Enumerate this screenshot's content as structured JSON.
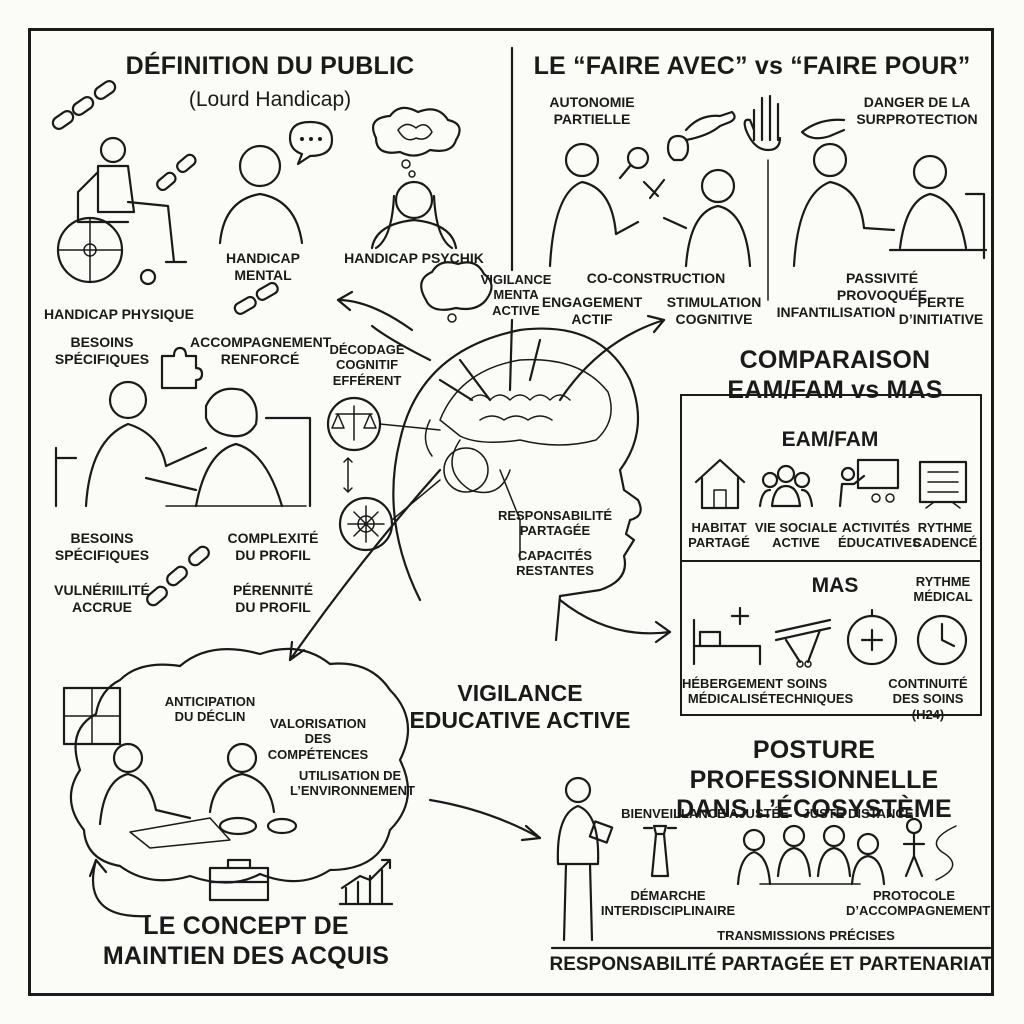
{
  "public": {
    "title": "DÉFINITION DU PUBLIC",
    "subtitle": "(Lourd Handicap)",
    "handicap_physique": "HANDICAP PHYSIQUE",
    "handicap_mental": "HANDICAP MENTAL",
    "handicap_psychik": "HANDICAP PSYCHIK",
    "besoins_1": "BESOINS\nSPÉCIFIQUES",
    "accompagnement": "ACCOMPAGNEMENT\nRENFORCÉ",
    "besoins_2": "BESOINS\nSPÉCIFIQUES",
    "complexite": "COMPLEXITÉ\nDU PROFIL",
    "vulnerabilite": "VULNÉRIILITÉ\nACCRUE",
    "perennite": "PÉRENNITÉ\nDU PROFIL"
  },
  "faire": {
    "title": "LE “FAIRE AVEC” vs “FAIRE POUR”",
    "autonomie": "AUTONOMIE\nPARTIELLE",
    "danger": "DANGER DE LA\nSURPROTECTION",
    "coconstruction": "CO-CONSTRUCTION",
    "engagement": "ENGAGEMENT\nACTIF",
    "stimulation": "STIMULATION\nCOGNITIVE",
    "passivite": "PASSIVITÉ PROVOQUÉE",
    "infantilisation": "INFANTILISATION",
    "perte": "PERTE\nD’INITIATIVE"
  },
  "center": {
    "vigilance_menta": "VIGILANCE\nMENTA\nACTIVE",
    "decodage": "DÉCODAGE\nCOGNITIF\nEFFÉRENT",
    "responsabilite": "RESPONSABILITÉ\nPARTAGÉE",
    "capacites": "CAPACITÉS\nRESTANTES",
    "title": "VIGILANCE\nEDUCATIVE ACTIVE"
  },
  "comparaison": {
    "title": "COMPARAISON\nEAM/FAM vs MAS",
    "eam_label": "EAM/FAM",
    "habitat": "HABITAT\nPARTAGÉ",
    "vie_sociale": "VIE SOCIALE\nACTIVE",
    "activites": "ACTIVITÉS\nÉDUCATIVES",
    "rythme_cadence": "RYTHME\nCADENCÉ",
    "mas_label": "MAS",
    "rythme_medical": "RYTHME\nMÉDICAL",
    "hebergement": "HÉBERGEMENT\nMÉDICALISÉ",
    "soins": "SOINS\nTECHNIQUES",
    "continuite": "CONTINUITÉ\nDES SOINS (H24)"
  },
  "maintien": {
    "anticipation": "ANTICIPATION\nDU DÉCLIN",
    "valorisation": "VALORISATION\nDES COMPÉTENCES",
    "utilisation": "UTILISATION DE\nL’ENVIRONNEMENT",
    "title": "LE CONCEPT DE\nMAINTIEN DES ACQUIS"
  },
  "posture": {
    "title": "POSTURE PROFESSIONNELLE\nDANS L’ÉCOSYSTÈME",
    "bienveillance": "BIENVEILLANCE AJUSTÉE",
    "juste_distance": "JUSTE DISTANCE",
    "demarche": "DÉMARCHE\nINTERDISCIPLINAIRE",
    "protocole": "PROTOCOLE\nD’ACCOMPAGNEMENT",
    "transmissions": "TRANSMISSIONS PRÉCISES",
    "responsabilite": "RESPONSABILITÉ PARTAGÉE ET PARTENARIAT"
  },
  "icons": [
    "chain-icon",
    "wheelchair-icon",
    "thought-bubble-icon",
    "brain-icon",
    "puzzle-icon",
    "hand-icon",
    "magnifier-icon",
    "lightbulb-icon",
    "scale-icon",
    "molecule-icon",
    "house-icon",
    "people-icon",
    "teacher-board-icon",
    "schedule-board-icon",
    "hospital-bed-icon",
    "stretcher-icon",
    "stopwatch-cross-icon",
    "clock-icon",
    "toolbox-icon",
    "growth-chart-icon",
    "lighthouse-icon",
    "path-person-icon"
  ]
}
